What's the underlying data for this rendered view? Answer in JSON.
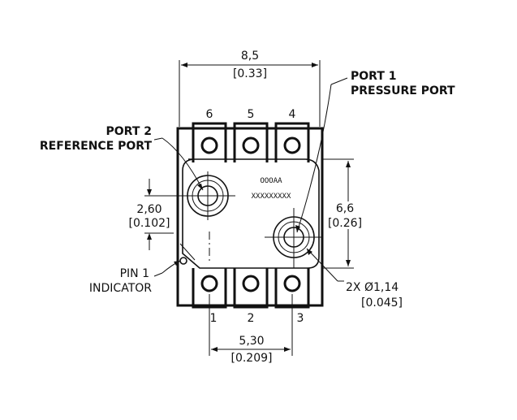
{
  "dimensions": {
    "top_width_mm": "8,5",
    "top_width_in": "[0.33]",
    "port_offset_mm": "2,60",
    "port_offset_in": "[0.102]",
    "height_mm": "6,6",
    "height_in": "[0.26]",
    "pitch_span_mm": "5,30",
    "pitch_span_in": "[0.209]",
    "port_dia_mm": "2X Ø1,14",
    "port_dia_in": "[0.045]"
  },
  "labels": {
    "port1_line1": "PORT 1",
    "port1_line2": "PRESSURE PORT",
    "port2_line1": "PORT 2",
    "port2_line2": "REFERENCE PORT",
    "pin1_line1": "PIN 1",
    "pin1_line2": "INDICATOR"
  },
  "pins": {
    "top": [
      "6",
      "5",
      "4"
    ],
    "bottom": [
      "1",
      "2",
      "3"
    ]
  },
  "markings": {
    "line1": "OOOAA",
    "line2": "XXXXXXXXX"
  }
}
